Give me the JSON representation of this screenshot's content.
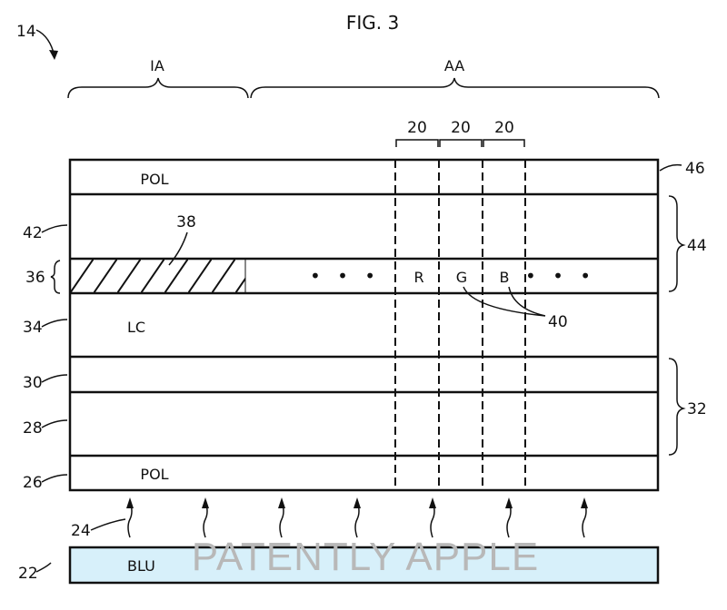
{
  "figure": {
    "title": "FIG. 3",
    "ref": "14"
  },
  "regions": {
    "ia": "IA",
    "aa": "AA",
    "subpixel_refs": [
      "20",
      "20",
      "20"
    ]
  },
  "layers": {
    "top_pol": {
      "label": "POL",
      "ref": "46"
    },
    "layer_42": {
      "ref": "42"
    },
    "color_filter_group": {
      "ref": "44"
    },
    "layer_36": {
      "ref": "36"
    },
    "black_matrix": {
      "ref": "38"
    },
    "ellipsis": "• • •",
    "filters": [
      "R",
      "G",
      "B"
    ],
    "filters_ref": "40",
    "lc": {
      "label": "LC",
      "ref": "34"
    },
    "layer_30": {
      "ref": "30"
    },
    "tft_group": {
      "ref": "32"
    },
    "layer_28": {
      "ref": "28"
    },
    "bottom_pol": {
      "label": "POL",
      "ref": "26"
    },
    "light": {
      "ref": "24"
    },
    "blu": {
      "label": "BLU",
      "ref": "22",
      "fill": "#d7f0fa"
    }
  },
  "watermark": "PATENTLY APPLE"
}
